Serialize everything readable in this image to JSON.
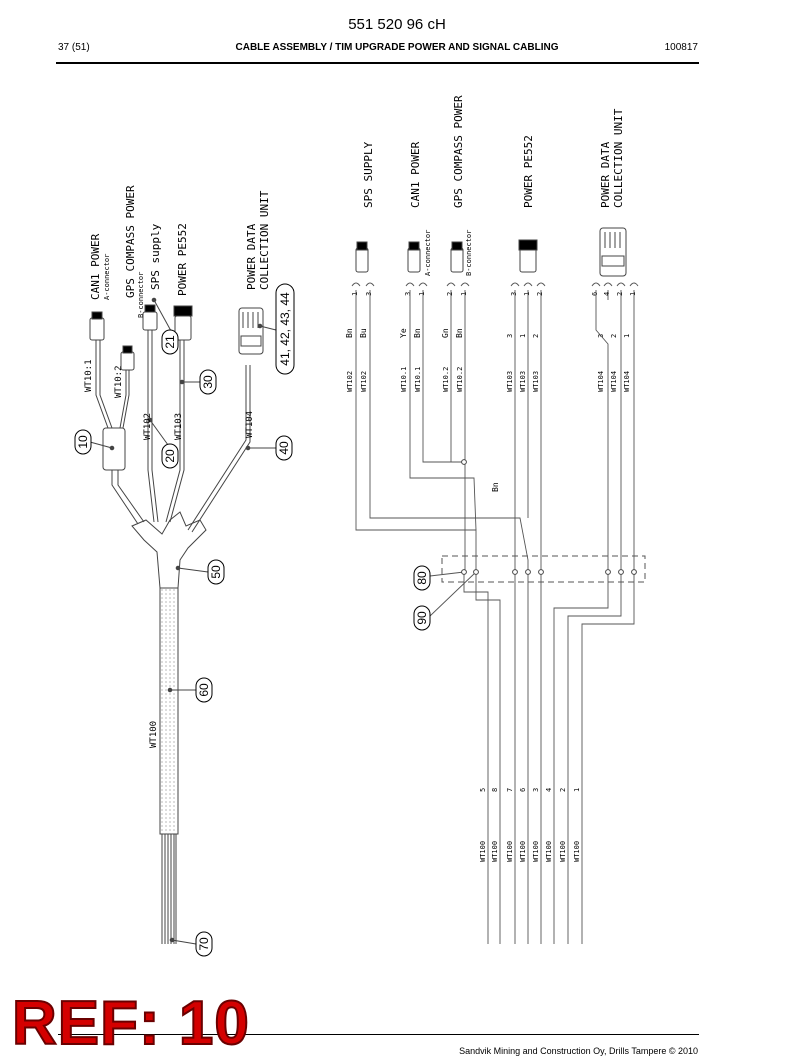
{
  "header": {
    "doc_id": "551 520 96 cH",
    "page": "37 (51)",
    "title": "CABLE ASSEMBLY / TIM UPGRADE POWER AND SIGNAL CABLING",
    "date": "100817"
  },
  "footer": {
    "text": "Sandvik Mining and Construction Oy, Drills Tampere © 2010"
  },
  "stamp": "REF: 10",
  "left": {
    "connector_labels": [
      "CAN1 POWER",
      "GPS COMPASS POWER",
      "SPS supply",
      "POWER PE552",
      "POWER DATA",
      "COLLECTION UNIT"
    ],
    "sub_labels": [
      "A-connector",
      "B-connector"
    ],
    "wire_labels": [
      "WT10:1",
      "WT10:2",
      "WT102",
      "WT103",
      "WT104",
      "WT100"
    ],
    "callouts": [
      "10",
      "20",
      "21",
      "30",
      "40",
      "41, 42, 43, 44",
      "50",
      "60",
      "70"
    ]
  },
  "right": {
    "connector_labels": [
      "SPS SUPPLY",
      "CAN1 POWER",
      "GPS COMPASS POWER",
      "POWER PE552",
      "POWER DATA",
      "COLLECTION UNIT"
    ],
    "sub_labels": [
      "A-connector",
      "B-connector"
    ],
    "pins": [
      "1",
      "3",
      "3",
      "1",
      "2",
      "1",
      "3",
      "1",
      "2",
      "6",
      "4",
      "2",
      "1"
    ],
    "colors": [
      "Bn",
      "Bu",
      "Ye",
      "Bn",
      "Gn",
      "Bn"
    ],
    "wt_top": [
      "WT102",
      "WT102",
      "WT10.1",
      "WT10.1",
      "WT10.2",
      "WT10.2",
      "WT103",
      "WT103",
      "WT103",
      "WT104",
      "WT104",
      "WT104"
    ],
    "wt_top_nums": [
      "3",
      "1",
      "2",
      "3",
      "2",
      "1"
    ],
    "bn_mid": "Bn",
    "callouts": [
      "80",
      "90"
    ],
    "wt100_labels": [
      "WT100",
      "WT100",
      "WT100",
      "WT100",
      "WT100",
      "WT100",
      "WT100",
      "WT100"
    ],
    "wt100_nums": [
      "5",
      "8",
      "7",
      "6",
      "3",
      "4",
      "2",
      "1"
    ]
  }
}
